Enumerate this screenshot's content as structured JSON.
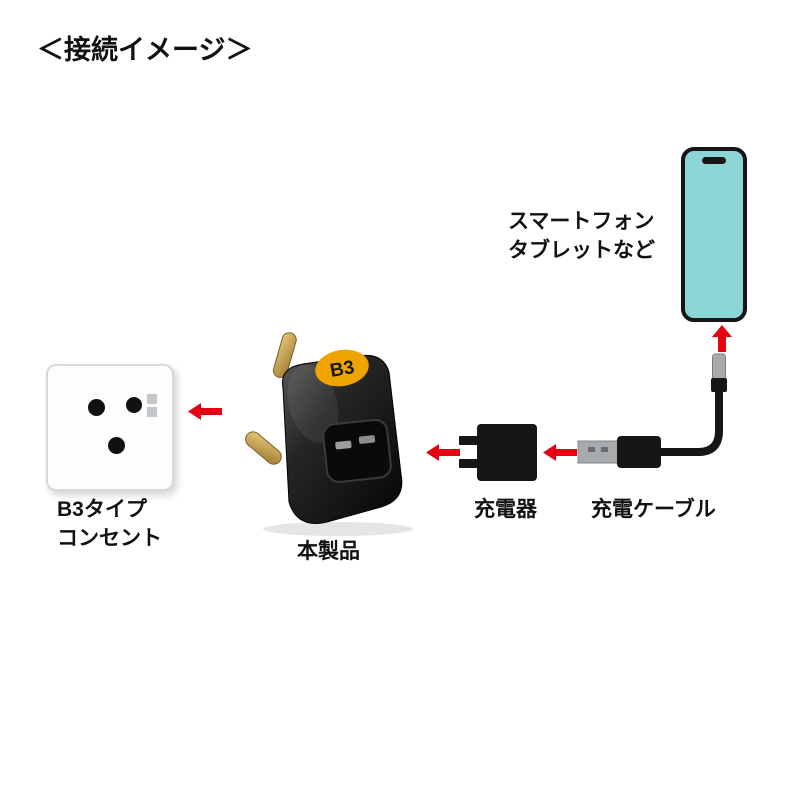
{
  "title": "＜接続イメージ＞",
  "phone": {
    "label_line1": "スマートフォン",
    "label_line2": "タブレットなど"
  },
  "cable": {
    "label": "充電ケーブル"
  },
  "charger": {
    "label": "充電器"
  },
  "product": {
    "label": "本製品",
    "badge": "B3"
  },
  "outlet": {
    "label_line1": "B3タイプ",
    "label_line2": "コンセント"
  },
  "colors": {
    "arrow_red": "#e60012",
    "phone_screen": "#8bd6d4",
    "badge_orange": "#f0a400",
    "device_black": "#161616",
    "pin_brass": "#c9a04a",
    "connector_gray": "#a8abad"
  }
}
